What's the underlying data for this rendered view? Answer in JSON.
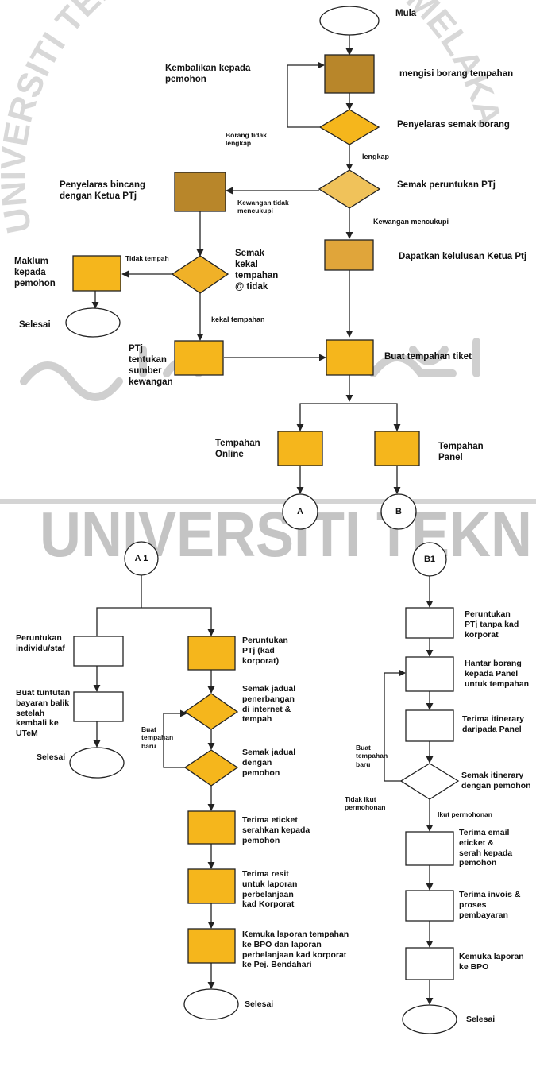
{
  "watermark": {
    "text": "UNIVERSITI TEKN",
    "arc_text": "UNIVERSITI TEKNIKAL MALAYSIA MELAKA",
    "color": "#bdbdbd"
  },
  "colors": {
    "dark_box": "#b8862a",
    "mid_box": "#e3a830",
    "bright_box": "#f5b61c",
    "white_box": "#ffffff",
    "stroke": "#222222"
  },
  "flowchart_top": {
    "start": "Mula",
    "return_to_applicant": "Kembalikan kepada\npemohon",
    "fill_form": "mengisi borang tempahan",
    "coordinator_check_form": "Penyelaras semak borang",
    "form_incomplete": "Borang  tidak\nlengkap",
    "complete": "lengkap",
    "check_ptj_allocation": "Semak peruntukan PTj",
    "coordinator_discuss": "Penyelaras bincang\ndengan Ketua PTj",
    "funds_insufficient": "Kewangan tidak\nmencukupi",
    "funds_sufficient": "Kewangan mencukupi",
    "get_ptj_approval": "Dapatkan kelulusan Ketua Ptj",
    "inform_applicant": "Maklum\nkepada\npemohon",
    "not_booking": "Tidak tempah",
    "check_keep_booking": "Semak\nkekal\ntempahan\n@ tidak",
    "keep_booking": "kekal tempahan",
    "end": "Selesai",
    "ptj_funding_source": "PTj\ntentukan\nsumber\nkewangan",
    "make_ticket_booking": "Buat tempahan tiket",
    "online_booking": "Tempahan\nOnline",
    "panel_booking": "Tempahan\nPanel",
    "connector_a": "A",
    "connector_b": "B"
  },
  "flowchart_a": {
    "connector": "A 1",
    "individual_allocation": "Peruntukan\nindividu/staf",
    "ptj_allocation_card": "Peruntukan\nPTj (kad\nkorporat)",
    "claim_after_return": "Buat tuntutan\nbayaran balik\nsetelah\nkembali ke\nUTeM",
    "end_left": "Selesai",
    "check_flight_schedule": "Semak jadual\npenerbangan\ndi internet &\ntempah",
    "new_booking": "Buat\ntempahan\nbaru",
    "check_with_applicant": "Semak jadual\ndengan\npemohon",
    "receive_eticket": "Terima eticket\nserahkan kepada\npemohon",
    "receive_receipt": "Terima resit\nuntuk laporan\nperbelanjaan\nkad Korporat",
    "submit_report": "Kemuka laporan  tempahan\nke BPO dan laporan\nperbelanjaan kad korporat\nke  Pej. Bendahari",
    "end": "Selesai"
  },
  "flowchart_b": {
    "connector": "B1",
    "ptj_no_card": "Peruntukan\nPTj  tanpa kad\nkorporat",
    "send_form_panel": "Hantar borang\nkepada Panel\nuntuk tempahan",
    "receive_itinerary": "Terima itinerary\ndaripada Panel",
    "new_booking": "Buat\ntempahan\nbaru",
    "check_itinerary": "Semak itinerary\ndengan pemohon",
    "not_follow_request": "Tidak ikut\npermohonan",
    "follow_request": "Ikut permohonan",
    "receive_email_eticket": "Terima email\neticket &\nserah kepada\npemohon",
    "receive_invoice": "Terima invois &\nproses\npembayaran",
    "submit_report_bpo": "Kemuka laporan\nke BPO",
    "end": "Selesai"
  }
}
